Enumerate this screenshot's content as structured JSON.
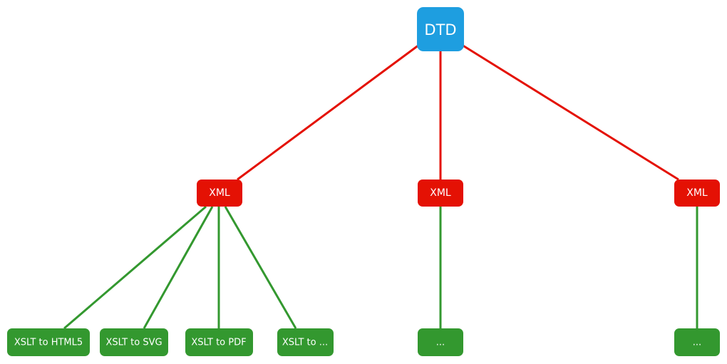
{
  "colors": {
    "root": "#1e9ee0",
    "level1": "#e41104",
    "level2": "#33982f",
    "edge_level1": "#e41104",
    "edge_level2": "#33982f",
    "text": "#ffffff"
  },
  "nodes": {
    "root": {
      "label": "DTD"
    },
    "xml_1": {
      "label": "XML"
    },
    "xml_2": {
      "label": "XML"
    },
    "xml_3": {
      "label": "XML"
    },
    "xslt_html5": {
      "label": "XSLT to HTML5"
    },
    "xslt_svg": {
      "label": "XSLT to SVG"
    },
    "xslt_pdf": {
      "label": "XSLT to PDF"
    },
    "xslt_more": {
      "label": "XSLT to ..."
    },
    "more_2": {
      "label": "..."
    },
    "more_3": {
      "label": "..."
    }
  },
  "edges": [
    {
      "from": "root",
      "to": "xml_1"
    },
    {
      "from": "root",
      "to": "xml_2"
    },
    {
      "from": "root",
      "to": "xml_3"
    },
    {
      "from": "xml_1",
      "to": "xslt_html5"
    },
    {
      "from": "xml_1",
      "to": "xslt_svg"
    },
    {
      "from": "xml_1",
      "to": "xslt_pdf"
    },
    {
      "from": "xml_1",
      "to": "xslt_more"
    },
    {
      "from": "xml_2",
      "to": "more_2"
    },
    {
      "from": "xml_3",
      "to": "more_3"
    }
  ]
}
